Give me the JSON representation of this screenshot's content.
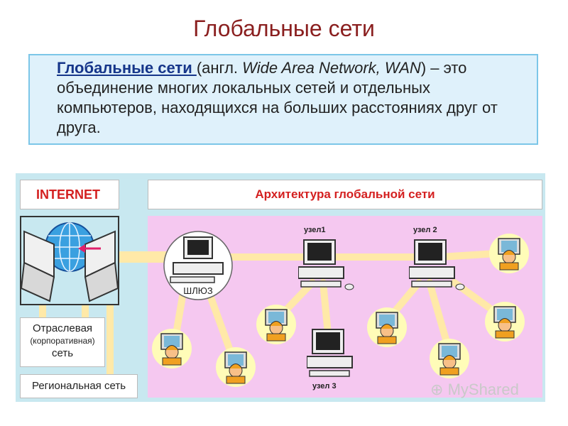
{
  "title": "Глобальные сети",
  "definition": {
    "term": "Глобальные сети ",
    "prefix": " (англ. ",
    "lang": "Wide Area Network, WAN",
    "suffix": ") – это объединение многих локальных сетей и отдельных компьютеров, находящихся на больших расстояниях друг от друга."
  },
  "diagram": {
    "internet_label": "INTERNET",
    "architecture_label": "Архитектура глобальной сети",
    "gateway_label": "ШЛЮЗ",
    "node1_label": "узел1",
    "node2_label": "узел 2",
    "node3_label": "узел 3",
    "branch_label_1": "Отраслевая",
    "branch_label_2": "(корпоративная)",
    "branch_label_3": "сеть",
    "regional_label": "Региональная сеть"
  },
  "watermark": "MyShared",
  "colors": {
    "title": "#8a1f1f",
    "term": "#16368a",
    "red_label": "#d42020",
    "pink_area": "#f5c8f0",
    "panel_bg": "#c8e8f0",
    "link": "#ffe9a8"
  }
}
